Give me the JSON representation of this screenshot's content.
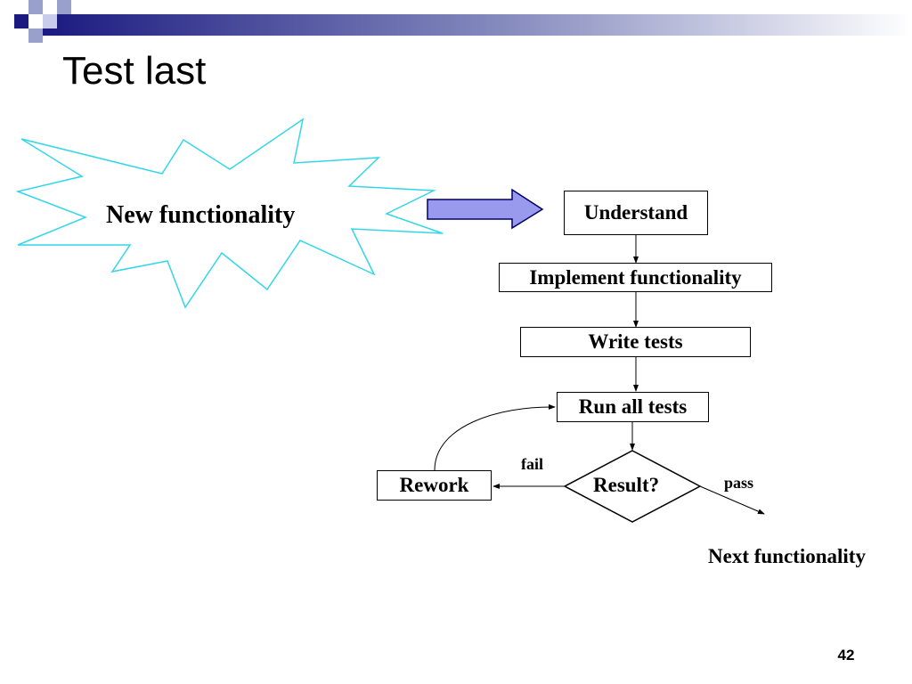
{
  "slide": {
    "title": "Test last",
    "page_number": "42"
  },
  "colors": {
    "header_bar_dark": "#1a1a80",
    "header_squares_light": "#9aa0cc",
    "burst_outline": "#33d6e8",
    "arrow_fill": "#9999ee",
    "arrow_stroke": "#000066",
    "line": "#000000"
  },
  "diagram": {
    "burst": {
      "label": "New functionality",
      "icon": "explosion-burst-shape"
    },
    "steps": {
      "understand": "Understand",
      "implement": "Implement functionality",
      "write_tests": "Write tests",
      "run_all_tests": "Run all tests",
      "rework": "Rework"
    },
    "decision": {
      "label": "Result?"
    },
    "edges": {
      "fail": "fail",
      "pass": "pass"
    },
    "next": "Next functionality"
  }
}
